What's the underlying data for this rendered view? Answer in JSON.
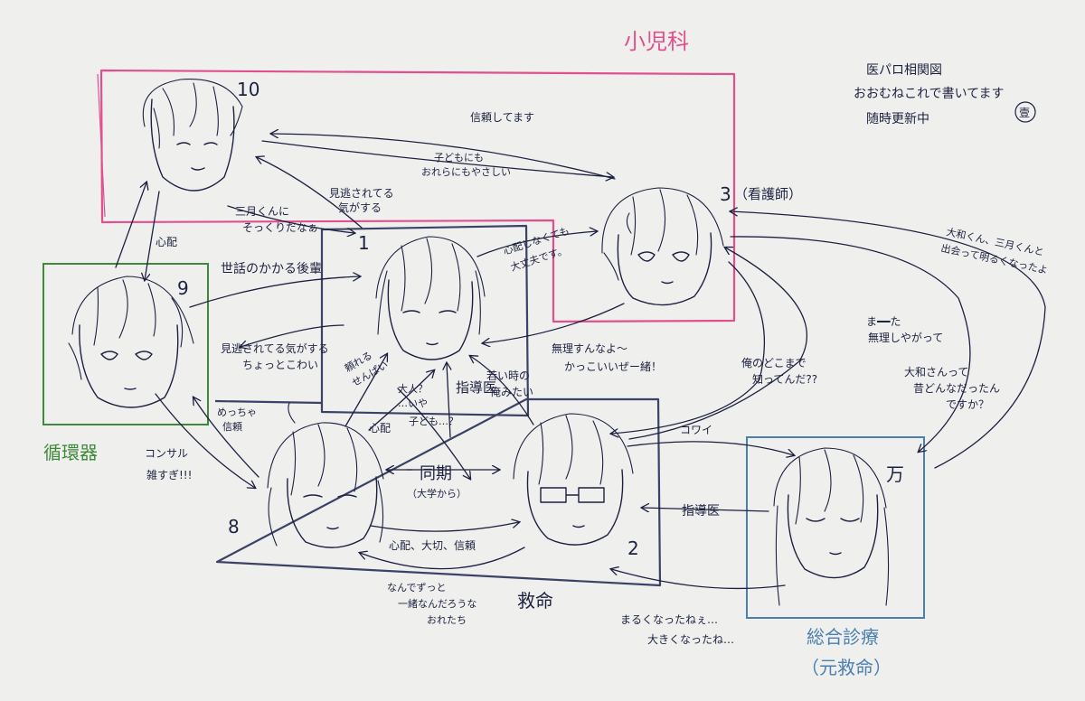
{
  "groups": {
    "pediatrics": {
      "label": "小児科",
      "color": "#e0508f"
    },
    "emergency": {
      "label": "救命",
      "color": "#3b4266"
    },
    "cardio": {
      "label": "循環器",
      "color": "#3f8a3a"
    },
    "general": {
      "label": "総合診療",
      "sub": "（元救命）",
      "color": "#4a7fb0"
    }
  },
  "note": {
    "line1": "医パロ相関図",
    "line2": "おおむねこれで書いてます",
    "line3": "随時更新中",
    "stamp": "壹"
  },
  "characters": {
    "c10": "10",
    "c9": "9",
    "c1": "1",
    "c3": "3",
    "c3_role": "（看護師）",
    "c8": "8",
    "c2": "2",
    "c_man": "万"
  },
  "labels": {
    "l_10_3": "信頼してます",
    "l_3_10a": "子どもにも",
    "l_3_10b": "おれらにもやさしい",
    "l_1_10a": "見逃されてる",
    "l_1_10b": "気がする",
    "l_10_1a": "三月くんに",
    "l_10_1b": "そっくりだなぁ",
    "l_worry_10_9": "心配",
    "l_9_1": "世話のかかる後輩",
    "l_9_1b_a": "見逃されてる気がする",
    "l_9_1b_b": "ちょっとこわい",
    "l_3_1a": "心配しなくても",
    "l_3_1b": "大丈夫です。",
    "l_2_3a": "無理すんなよ〜",
    "l_2_3b": "かっこいいぜー緒！",
    "l_8_1a": "頼れる",
    "l_8_1b": "せんぱい",
    "l_8_2a": "大人？",
    "l_8_2b": "…いや",
    "l_8_2c": "子ども…？",
    "l_worry_8_1": "心配",
    "l_guide_1": "指導医",
    "l_2_1a": "若い時の",
    "l_2_1b": "俺みたい",
    "l_8_9a": "めっちゃ",
    "l_8_9b": "信頼",
    "l_9_8a": "コンサル",
    "l_9_8b": "雑すぎ!!!",
    "l_peer": "同期",
    "l_peer_sub": "（大学から）",
    "l_8_2_bottom": "心配、大切、信頼",
    "l_2_8a": "なんでずっと",
    "l_2_8b": "一緒なんだろうな",
    "l_2_8c": "おれたち",
    "l_3_2a": "ま━━た",
    "l_3_2b": "無理しやがって",
    "l_2_3c": "俺のどこまで",
    "l_2_3d": "知ってんだ??",
    "l_scary": "コワイ",
    "l_guide_2": "指導医",
    "l_3_man_a": "大和くん、三月くんと",
    "l_3_man_b": "出会って明るくなったよ",
    "l_man_3a": "大和さんって",
    "l_man_3b": "昔どんなだったん",
    "l_man_3c": "ですか？",
    "l_man_2a": "まるくなったねぇ…",
    "l_man_2b": "大きくなったね…"
  }
}
